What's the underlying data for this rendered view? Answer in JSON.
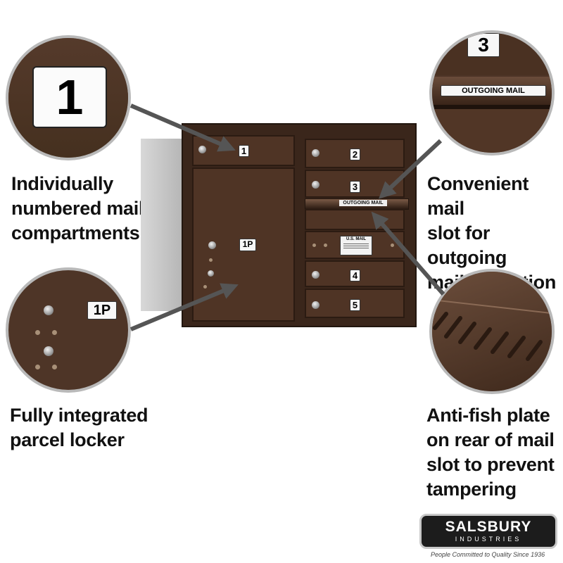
{
  "captions": {
    "numbered": "Individually\nnumbered mail\ncompartments",
    "parcel": "Fully integrated\nparcel locker",
    "outgoing": "Convenient mail\nslot for outgoing\nmail collection",
    "antifish": "Anti-fish plate\non rear of mail\nslot to prevent\ntampering"
  },
  "zoom_labels": {
    "compartment_number": "1",
    "parcel_number": "1P",
    "slot_number": "3",
    "slot_plate": "OUTGOING MAIL"
  },
  "mailbox": {
    "doors": [
      "1",
      "2",
      "3",
      "4",
      "5"
    ],
    "parcel_door": "1P",
    "slot_label": "OUTGOING MAIL",
    "usmail_label": "U.S. MAIL"
  },
  "brand": {
    "name": "SALSBURY",
    "sub": "INDUSTRIES",
    "tagline": "People Committed to Quality Since 1936"
  },
  "colors": {
    "bronze": "#4f3425",
    "frame": "#3a261b",
    "arrow": "#555555"
  }
}
